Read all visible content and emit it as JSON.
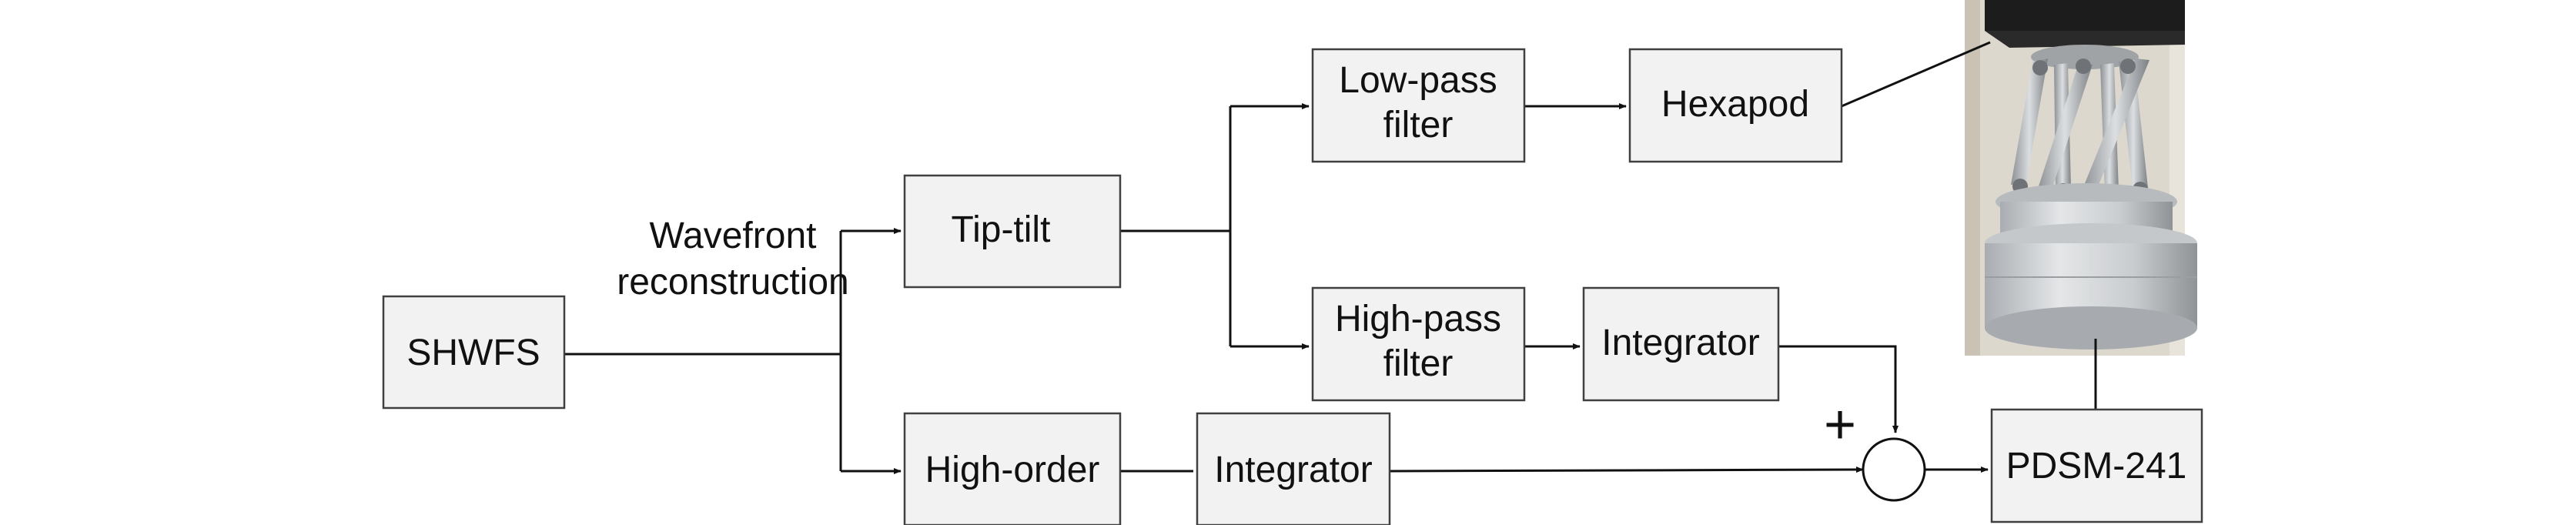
{
  "labels": {
    "wavefront_line1": "Wavefront",
    "wavefront_line2": "reconstruction",
    "plus_sign": "+"
  },
  "blocks": {
    "shwfs": {
      "text": [
        "SHWFS"
      ]
    },
    "tip_tilt": {
      "text": [
        "Tip-tilt"
      ]
    },
    "high_order": {
      "text": [
        "High-order"
      ]
    },
    "low_pass_filter": {
      "text": [
        "Low-pass",
        "filter"
      ]
    },
    "hexapod": {
      "text": [
        "Hexapod"
      ]
    },
    "high_pass_filter": {
      "text": [
        "High-pass",
        "filter"
      ]
    },
    "integrator_tt": {
      "text": [
        "Integrator"
      ]
    },
    "integrator_ho": {
      "text": [
        "Integrator"
      ]
    },
    "pdsm": {
      "text": [
        "PDSM-241"
      ]
    }
  },
  "photo": {
    "subject": "hexapod-mounted-deformable-mirror",
    "colors": {
      "dark_top": "#1c1c1c",
      "metal": "#b9bcbf",
      "base": "#cfd2d4",
      "background": "#ded9cf"
    }
  }
}
